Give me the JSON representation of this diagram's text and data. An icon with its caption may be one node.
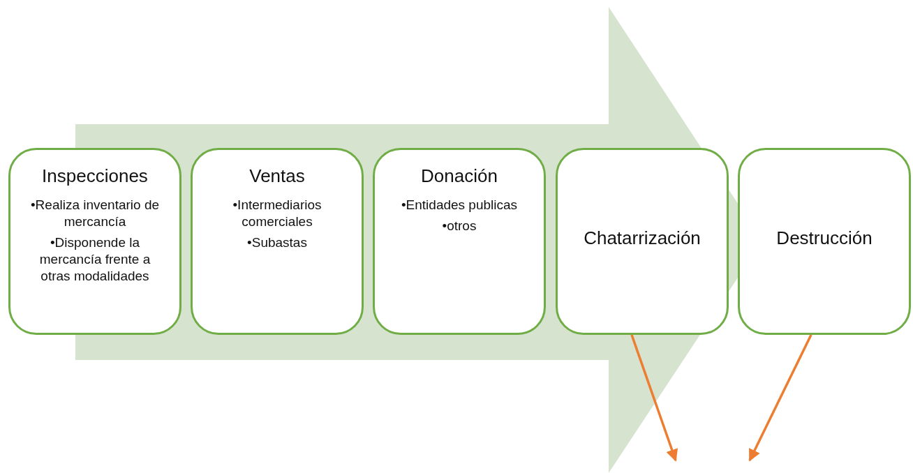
{
  "diagram": {
    "nodes": [
      {
        "text": [
          "Inspecciones",
          "•Realiza inventario de mercancía",
          "•Disponende la mercancía frente a otras modalidades"
        ]
      },
      {
        "text": [
          "Ventas",
          "•Intermediarios comerciales",
          "•Subastas"
        ]
      },
      {
        "text": [
          "Donación",
          "•Entidades publicas",
          "•otros"
        ]
      },
      {
        "text": [
          "Chatarrización"
        ]
      },
      {
        "text": [
          "Destrucción"
        ]
      }
    ],
    "edges": [
      {
        "from": 3,
        "to": null,
        "arrow": "to"
      },
      {
        "from": 4,
        "to": null,
        "arrow": "to"
      },
      {
        "from": 0,
        "to": 4,
        "arrow": "to",
        "style": "thick",
        "color": "#d6e4cf"
      }
    ]
  }
}
